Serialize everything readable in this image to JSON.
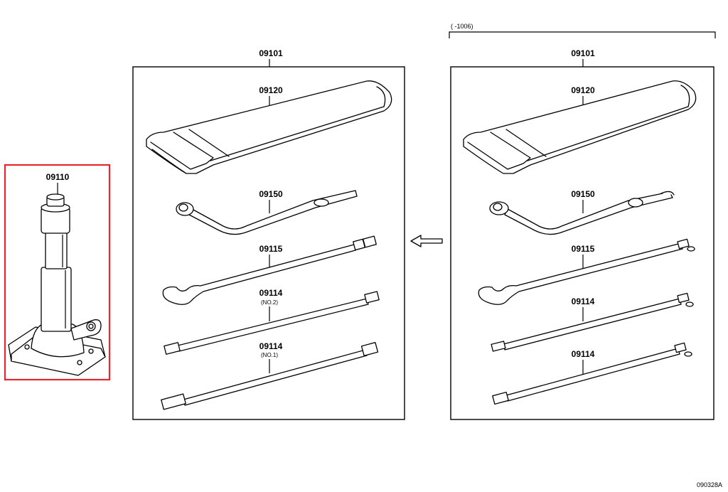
{
  "jack": {
    "part_no": "09110",
    "highlight_color": "#e8262e"
  },
  "kit_new": {
    "part_no": "09101",
    "bag": "09120",
    "wrench": "09150",
    "handle": "09115",
    "rod2": {
      "part_no": "09114",
      "sub": "(NO.2)"
    },
    "rod1": {
      "part_no": "09114",
      "sub": "(NO.1)"
    }
  },
  "kit_old": {
    "range": "(      -1006)",
    "part_no": "09101",
    "bag": "09120",
    "wrench": "09150",
    "handle": "09115",
    "rod2": {
      "part_no": "09114"
    },
    "rod1": {
      "part_no": "09114"
    }
  },
  "replacement_arrow": "arrow-left-icon",
  "figure_code": "090328A"
}
